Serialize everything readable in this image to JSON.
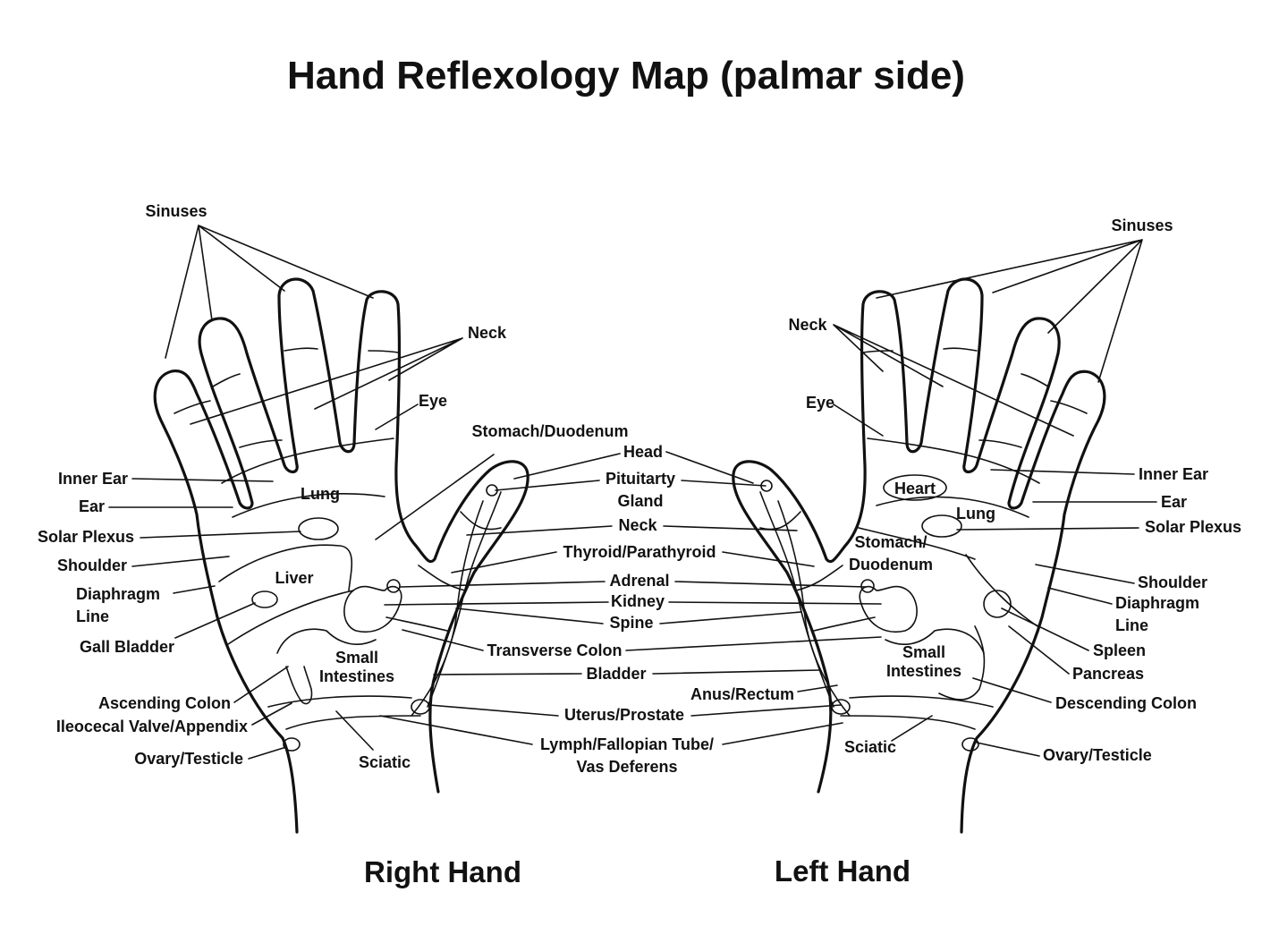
{
  "title": "Hand Reflexology Map (palmar side)",
  "right_hand": {
    "caption": "Right Hand",
    "labels": {
      "sinuses": "Sinuses",
      "neck": "Neck",
      "eye": "Eye",
      "inner_ear": "Inner Ear",
      "ear": "Ear",
      "solar_plexus": "Solar Plexus",
      "shoulder": "Shoulder",
      "diaphragm_1": "Diaphragm",
      "diaphragm_2": "Line",
      "gall_bladder": "Gall Bladder",
      "ascending_colon": "Ascending Colon",
      "ileocecal": "Ileocecal Valve/Appendix",
      "ovary_testicle": "Ovary/Testicle",
      "sciatic": "Sciatic",
      "lung": "Lung",
      "liver": "Liver",
      "small_intestines_1": "Small",
      "small_intestines_2": "Intestines"
    }
  },
  "left_hand": {
    "caption": "Left Hand",
    "labels": {
      "sinuses": "Sinuses",
      "neck": "Neck",
      "eye": "Eye",
      "inner_ear": "Inner Ear",
      "ear": "Ear",
      "solar_plexus": "Solar Plexus",
      "shoulder": "Shoulder",
      "diaphragm_1": "Diaphragm",
      "diaphragm_2": "Line",
      "spleen": "Spleen",
      "pancreas": "Pancreas",
      "descending_colon": "Descending Colon",
      "ovary_testicle": "Ovary/Testicle",
      "sciatic": "Sciatic",
      "anus_rectum": "Anus/Rectum",
      "heart": "Heart",
      "lung": "Lung",
      "stomach_1": "Stomach/",
      "stomach_2": "Duodenum",
      "small_intestines_1": "Small",
      "small_intestines_2": "Intestines"
    }
  },
  "center_labels": {
    "stomach_duodenum": "Stomach/Duodenum",
    "head": "Head",
    "pituitary_1": "Pituitarty",
    "pituitary_2": "Gland",
    "neck": "Neck",
    "thyroid": "Thyroid/Parathyroid",
    "adrenal": "Adrenal",
    "kidney": "Kidney",
    "spine": "Spine",
    "transverse_colon": "Transverse Colon",
    "bladder": "Bladder",
    "uterus_prostate": "Uterus/Prostate",
    "lymph_1": "Lymph/Fallopian Tube/",
    "lymph_2": "Vas Deferens"
  },
  "colors": {
    "ink": "#111111",
    "background": "#ffffff"
  }
}
